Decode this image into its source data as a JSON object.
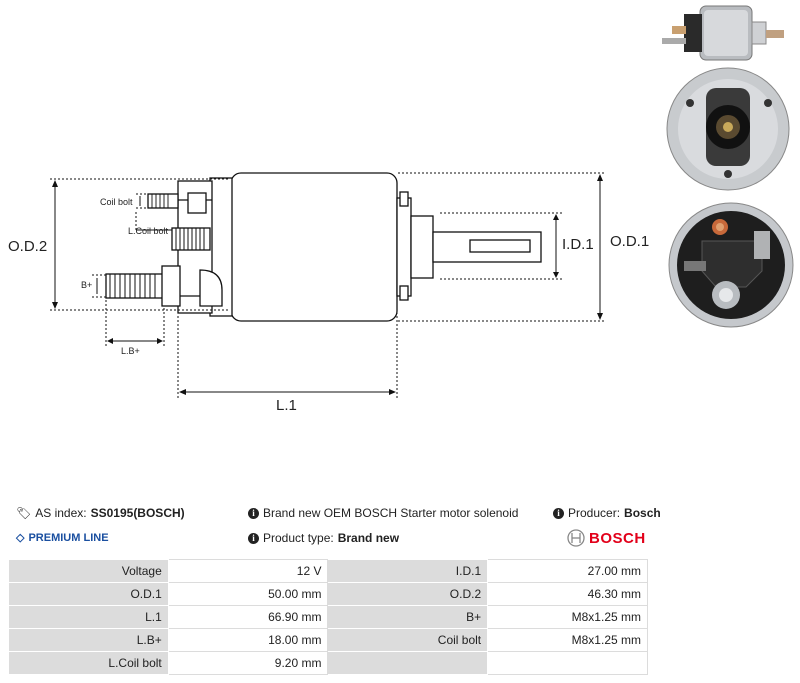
{
  "diagram": {
    "labels": {
      "od2": "O.D.2",
      "od1": "O.D.1",
      "id1": "I.D.1",
      "l1": "L.1",
      "coil_bolt": "Coil bolt",
      "l_coil_bolt": "L.Coil bolt",
      "b_plus": "B+",
      "l_b_plus": "L.B+"
    }
  },
  "info": {
    "as_index_label": "AS index:",
    "as_index_value": "SS0195(BOSCH)",
    "premium_line": "PREMIUM LINE",
    "description": "Brand new OEM BOSCH Starter motor solenoid",
    "product_type_label": "Product type:",
    "product_type_value": "Brand new",
    "producer_label": "Producer:",
    "producer_value": "Bosch",
    "brand_logo_text": "BOSCH"
  },
  "colors": {
    "premium_blue": "#1a4fa0",
    "bosch_red": "#e2001a",
    "table_key_bg": "#dcdcdc"
  },
  "specs": [
    {
      "k1": "Voltage",
      "v1": "12 V",
      "k2": "I.D.1",
      "v2": "27.00 mm"
    },
    {
      "k1": "O.D.1",
      "v1": "50.00 mm",
      "k2": "O.D.2",
      "v2": "46.30 mm"
    },
    {
      "k1": "L.1",
      "v1": "66.90 mm",
      "k2": "B+",
      "v2": "M8x1.25 mm"
    },
    {
      "k1": "L.B+",
      "v1": "18.00 mm",
      "k2": "Coil bolt",
      "v2": "M8x1.25 mm"
    },
    {
      "k1": "L.Coil bolt",
      "v1": "9.20 mm",
      "k2": "",
      "v2": ""
    }
  ]
}
